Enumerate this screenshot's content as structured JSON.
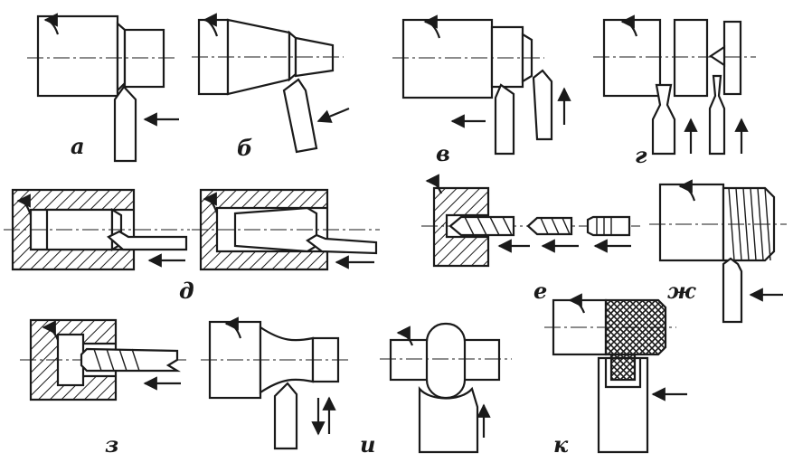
{
  "colors": {
    "ink": "#1a1a1a",
    "background": "#ffffff"
  },
  "labels": {
    "a": "а",
    "b": "б",
    "v": "в",
    "g": "г",
    "d": "д",
    "e": "е",
    "zh": "ж",
    "z": "з",
    "i": "и",
    "k": "к"
  }
}
